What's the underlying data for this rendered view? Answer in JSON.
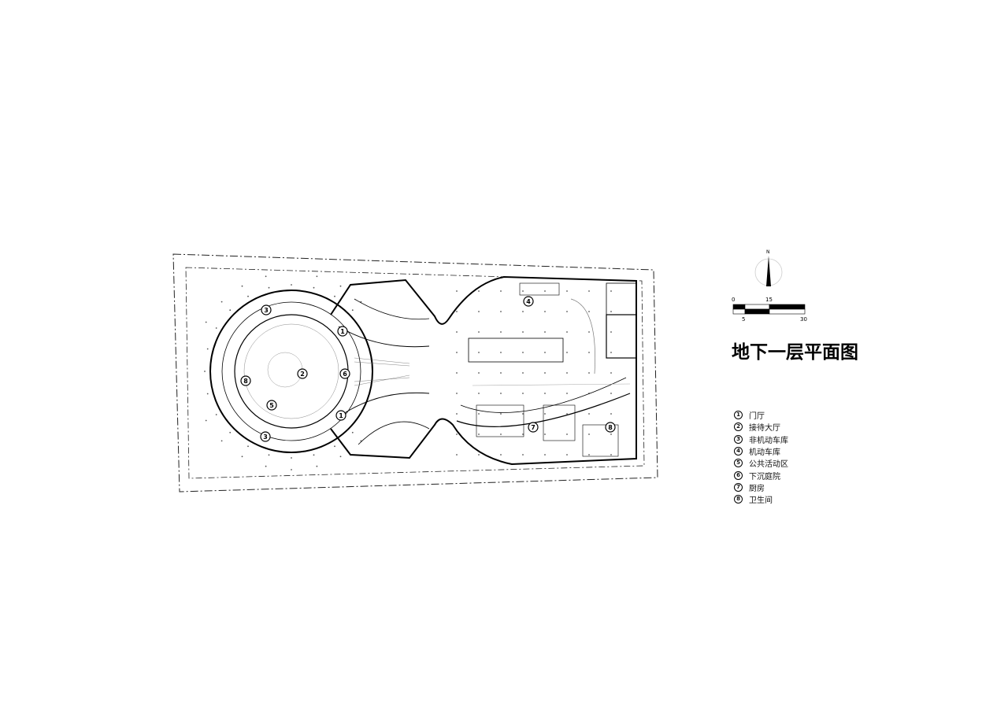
{
  "title": "地下一层平面图",
  "north_label": "N",
  "scale_bar": {
    "top_labels": [
      "0",
      "15"
    ],
    "bottom_labels": [
      "5",
      "30"
    ]
  },
  "legend": [
    {
      "num": "1",
      "label": "门厅"
    },
    {
      "num": "2",
      "label": "接待大厅"
    },
    {
      "num": "3",
      "label": "非机动车库"
    },
    {
      "num": "4",
      "label": "机动车库"
    },
    {
      "num": "5",
      "label": "公共活动区"
    },
    {
      "num": "6",
      "label": "下沉庭院"
    },
    {
      "num": "7",
      "label": "厨房"
    },
    {
      "num": "8",
      "label": "卫生间"
    }
  ],
  "plan_markers": [
    "3",
    "1",
    "2",
    "6",
    "8",
    "5",
    "1",
    "3",
    "4",
    "7",
    "8"
  ]
}
